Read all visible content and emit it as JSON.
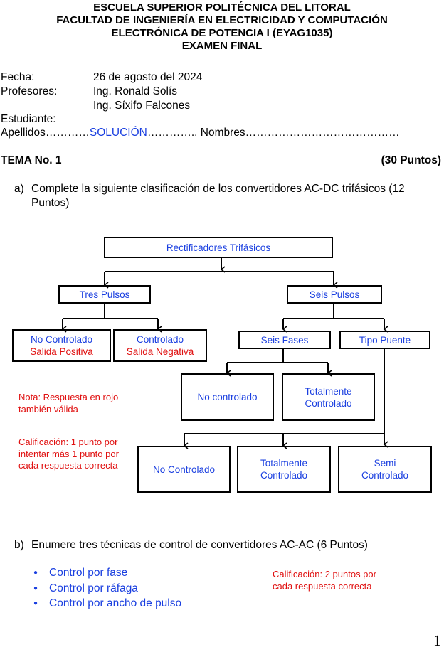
{
  "header": {
    "line1": "ESCUELA SUPERIOR POLITÉCNICA DEL LITORAL",
    "line2": "FACULTAD DE INGENIERÍA EN ELECTRICIDAD Y COMPUTACIÓN",
    "line3": "ELECTRÓNICA DE POTENCIA I (EYAG1035)",
    "line4": "EXAMEN FINAL"
  },
  "info": {
    "fecha_label": "Fecha:",
    "fecha_value": "26 de agosto del 2024",
    "profesores_label": "Profesores:",
    "profesor1": "Ing. Ronald Solís",
    "profesor2": "Ing. Síxifo Falcones",
    "estudiante_label": "Estudiante:",
    "apellidos_label": "Apellidos…………",
    "apellidos_value": "SOLUCIÓN",
    "nombres_label": "………….. Nombres……………………………………"
  },
  "tema": {
    "title": "TEMA No. 1",
    "points": "(30 Puntos)"
  },
  "part_a": {
    "marker": "a)",
    "line1": "Complete la siguiente clasificación de los convertidores AC-DC trifásicos (12",
    "line2": "Puntos)"
  },
  "diagram": {
    "root": "Rectificadores Trifásicos",
    "tres_pulsos": "Tres Pulsos",
    "seis_pulsos": "Seis Pulsos",
    "no_controlado_1": "No Controlado",
    "salida_positiva": "Salida Positiva",
    "controlado": "Controlado",
    "salida_negativa": "Salida Negativa",
    "seis_fases": "Seis Fases",
    "tipo_puente": "Tipo Puente",
    "no_controlado_2": "No controlado",
    "totalmente_2a": "Totalmente",
    "totalmente_2b": "Controlado",
    "no_controlado_3": "No Controlado",
    "totalmente_3a": "Totalmente",
    "totalmente_3b": "Controlado",
    "semi_a": "Semi",
    "semi_b": "Controlado"
  },
  "notes": {
    "nota": "Nota: Respuesta en rojo también válida",
    "calificacion_a": "Calificación: 1 punto por intentar más 1 punto por cada respuesta correcta",
    "calificacion_b": "Calificación: 2 puntos por cada respuesta correcta"
  },
  "part_b": {
    "marker": "b)",
    "text": "Enumere tres técnicas de control de convertidores AC-AC (6 Puntos)",
    "items": [
      "Control por fase",
      "Control por ráfaga",
      "Control por ancho de pulso"
    ]
  },
  "page_number": "1",
  "colors": {
    "answer_blue": "#1a3fe0",
    "answer_red": "#e01010"
  }
}
